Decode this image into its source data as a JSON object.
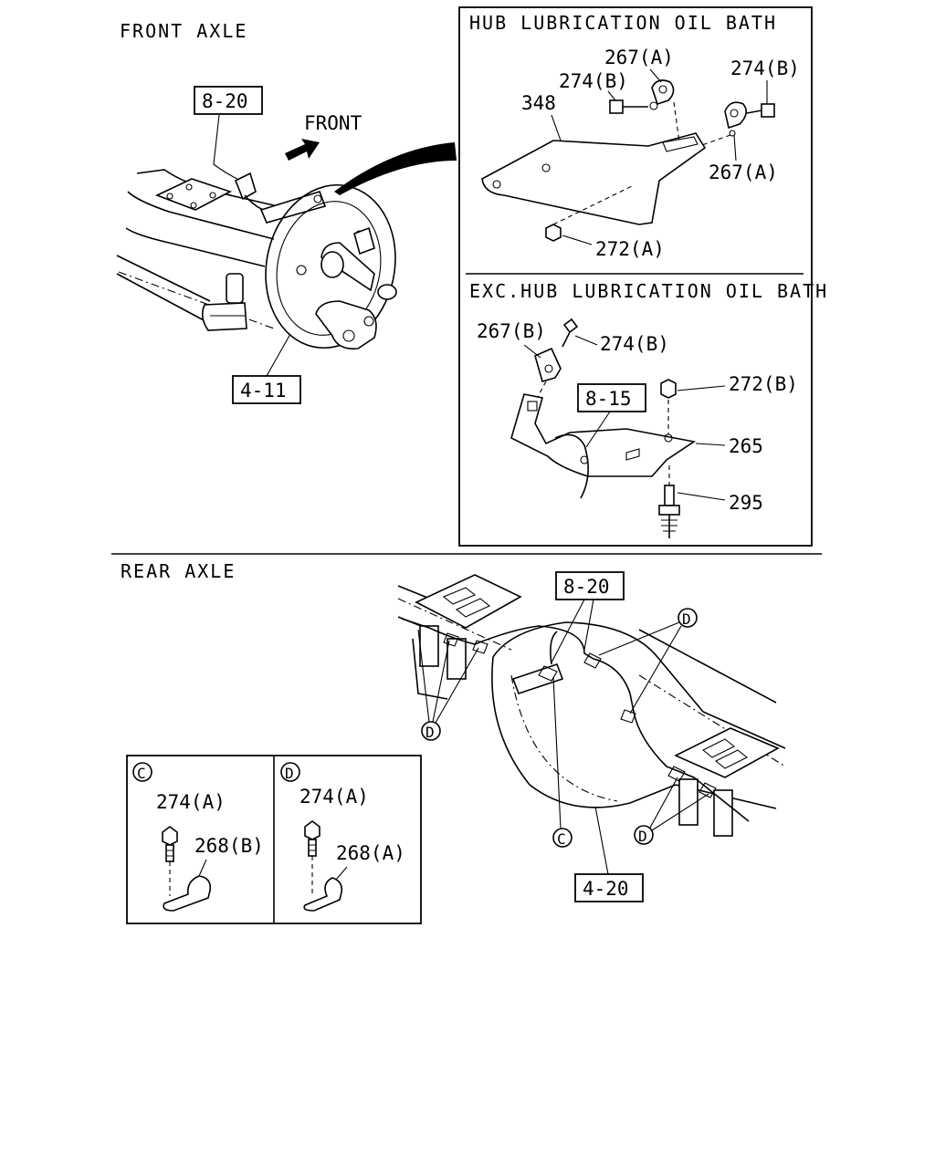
{
  "sections": {
    "front_axle": "FRONT AXLE",
    "rear_axle": "REAR AXLE",
    "hub_lube": "HUB LUBRICATION OIL BATH",
    "exc_hub_lube": "EXC.HUB LUBRICATION OIL BATH"
  },
  "labels": {
    "front_arrow": "FRONT",
    "ref_8_20_front": "8-20",
    "ref_4_11": "4-11",
    "ref_8_15": "8-15",
    "ref_8_20_rear": "8-20",
    "ref_4_20": "4-20",
    "hub": {
      "p267a_top": "267(A)",
      "p274b_left": "274(B)",
      "p274b_right": "274(B)",
      "p348": "348",
      "p267a_right": "267(A)",
      "p272a": "272(A)"
    },
    "exc": {
      "p267b": "267(B)",
      "p274b": "274(B)",
      "p272b": "272(B)",
      "p265": "265",
      "p295": "295"
    },
    "detail_c": {
      "marker": "C",
      "bolt": "274(A)",
      "clip": "268(B)"
    },
    "detail_d": {
      "marker": "D",
      "bolt": "274(A)",
      "clip": "268(A)"
    },
    "markers": {
      "d": "D",
      "c": "C"
    }
  }
}
